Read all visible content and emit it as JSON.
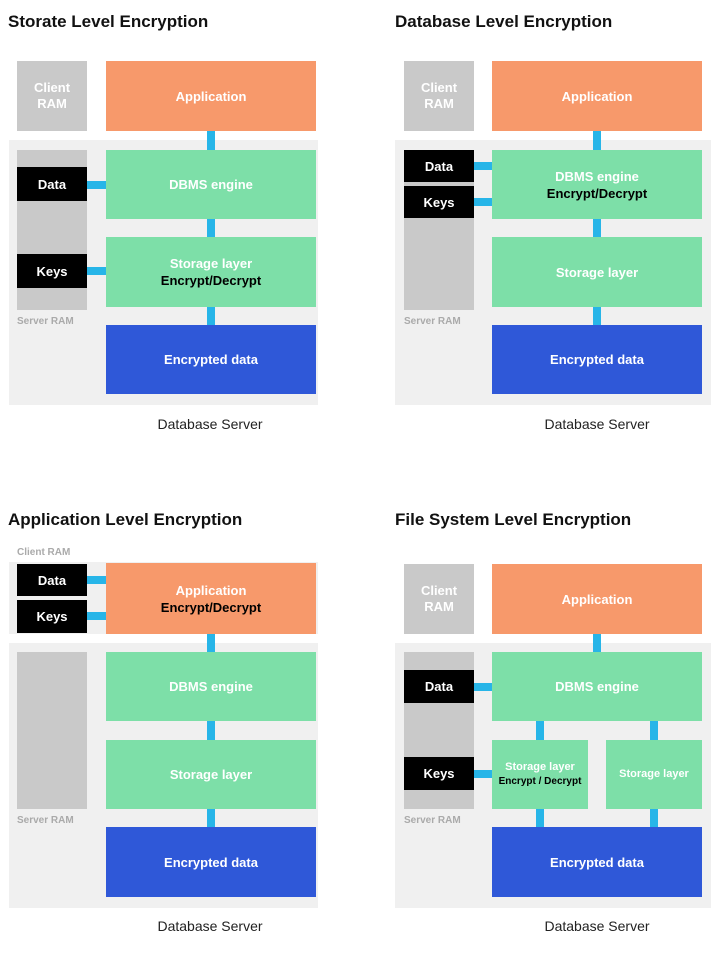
{
  "colors": {
    "application": "#f7996b",
    "component": "#7ddfa8",
    "encrypted_data": "#2f58d8",
    "connector": "#27b5e8",
    "ram": "#c9c9c9",
    "panel": "#f0f0f0",
    "key_box": "#000000"
  },
  "storage": {
    "title": "Storate Level Encryption",
    "client_ram": "Client RAM",
    "application": "Application",
    "data": "Data",
    "dbms": "DBMS engine",
    "keys": "Keys",
    "storage": "Storage layer",
    "encrypt": "Encrypt/Decrypt",
    "server_ram": "Server RAM",
    "encrypted": "Encrypted data",
    "caption": "Database Server"
  },
  "database": {
    "title": "Database Level Encryption",
    "client_ram": "Client RAM",
    "application": "Application",
    "data": "Data",
    "keys": "Keys",
    "dbms": "DBMS engine",
    "encrypt": "Encrypt/Decrypt",
    "storage": "Storage layer",
    "server_ram": "Server RAM",
    "encrypted": "Encrypted data",
    "caption": "Database Server"
  },
  "application": {
    "title": "Application Level Encryption",
    "client_ram": "Client RAM",
    "data": "Data",
    "keys": "Keys",
    "application": "Application",
    "encrypt": "Encrypt/Decrypt",
    "dbms": "DBMS engine",
    "storage": "Storage layer",
    "server_ram": "Server RAM",
    "encrypted": "Encrypted data",
    "caption": "Database Server"
  },
  "filesystem": {
    "title": "File System Level Encryption",
    "client_ram": "Client RAM",
    "application": "Application",
    "data": "Data",
    "dbms": "DBMS engine",
    "keys": "Keys",
    "storage_left": "Storage layer",
    "encrypt": "Encrypt / Decrypt",
    "storage_right": "Storage layer",
    "server_ram": "Server RAM",
    "encrypted": "Encrypted data",
    "caption": "Database Server"
  }
}
